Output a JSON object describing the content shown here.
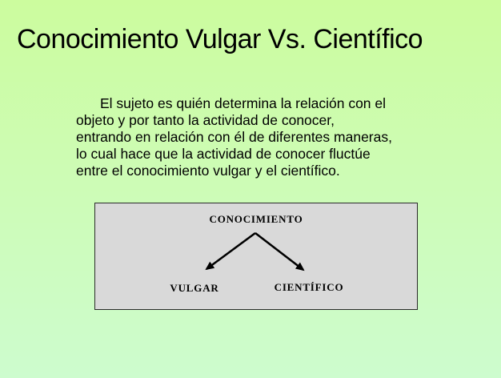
{
  "slide": {
    "title": "Conocimiento Vulgar Vs. Científico",
    "body_paragraph": "El sujeto es quién determina la relación con el\nobjeto y por tanto la actividad de conocer,\nentrando en relación con él de diferentes maneras,\nlo cual hace que la actividad de conocer fluctúe\nentre el conocimiento vulgar y el científico.",
    "diagram": {
      "root": "CONOCIMIENTO",
      "left_child": "VULGAR",
      "right_child": "CIENTÍFICO"
    },
    "colors": {
      "background_top": "#ccfc9e",
      "background_bottom": "#cdfcce",
      "diagram_box_fill": "#d9d9d9",
      "diagram_box_border": "#2a2a2a",
      "text": "#000000",
      "arrow": "#000000"
    }
  }
}
